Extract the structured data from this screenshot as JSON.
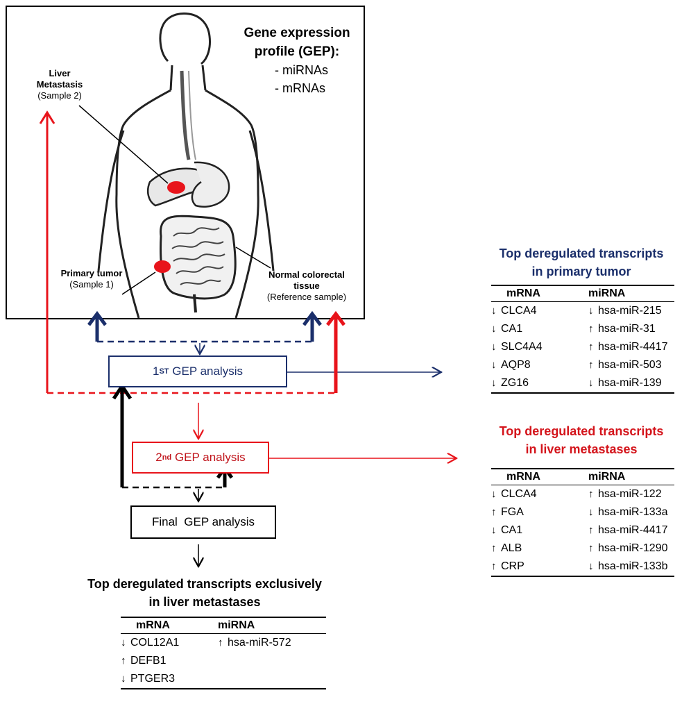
{
  "gep_info": {
    "title_line1": "Gene expression",
    "title_line2": "profile (GEP):",
    "item1": "- miRNAs",
    "item2": "- mRNAs"
  },
  "labels": {
    "liver_line1": "Liver",
    "liver_line2": "Metastasis",
    "liver_line3": "(Sample 2)",
    "primary_line1": "Primary tumor",
    "primary_line2": "(Sample 1)",
    "normal_line1": "Normal colorectal",
    "normal_line2": "tissue",
    "normal_line3": "(Reference sample)"
  },
  "analysis": {
    "first_prefix": "1",
    "first_sup": "ST",
    "first_suffix": " GEP analysis",
    "second_prefix": "2",
    "second_sup": "nd",
    "second_suffix": " GEP analysis",
    "final_label": "Final  GEP analysis"
  },
  "colors": {
    "navy": "#1b2f6b",
    "red": "#e8141b",
    "black": "#000000"
  },
  "primary_table": {
    "title_line1": "Top deregulated transcripts",
    "title_line2": "in primary tumor",
    "col_mrna": "mRNA",
    "col_mirna": "miRNA",
    "rows": [
      {
        "mrna_dir": "down",
        "mrna": "CLCA4",
        "mirna_dir": "down",
        "mirna": "hsa-miR-215"
      },
      {
        "mrna_dir": "down",
        "mrna": "CA1",
        "mirna_dir": "up",
        "mirna": "hsa-miR-31"
      },
      {
        "mrna_dir": "down",
        "mrna": "SLC4A4",
        "mirna_dir": "up",
        "mirna": "hsa-miR-4417"
      },
      {
        "mrna_dir": "down",
        "mrna": "AQP8",
        "mirna_dir": "up",
        "mirna": "hsa-miR-503"
      },
      {
        "mrna_dir": "down",
        "mrna": "ZG16",
        "mirna_dir": "down",
        "mirna": "hsa-miR-139"
      }
    ]
  },
  "liver_table": {
    "title_line1": "Top deregulated transcripts",
    "title_line2": "in liver metastases",
    "col_mrna": "mRNA",
    "col_mirna": "miRNA",
    "rows": [
      {
        "mrna_dir": "down",
        "mrna": "CLCA4",
        "mirna_dir": "up",
        "mirna": "hsa-miR-122"
      },
      {
        "mrna_dir": "up",
        "mrna": "FGA",
        "mirna_dir": "down",
        "mirna": "hsa-miR-133a"
      },
      {
        "mrna_dir": "down",
        "mrna": "CA1",
        "mirna_dir": "up",
        "mirna": "hsa-miR-4417"
      },
      {
        "mrna_dir": "up",
        "mrna": "ALB",
        "mirna_dir": "up",
        "mirna": "hsa-miR-1290"
      },
      {
        "mrna_dir": "up",
        "mrna": "CRP",
        "mirna_dir": "down",
        "mirna": "hsa-miR-133b"
      }
    ]
  },
  "exclusive_table": {
    "title_line1": "Top deregulated transcripts exclusively",
    "title_line2": "in liver metastases",
    "col_mrna": "mRNA",
    "col_mirna": "miRNA",
    "rows": [
      {
        "mrna_dir": "down",
        "mrna": "COL12A1",
        "mirna_dir": "up",
        "mirna": "hsa-miR-572"
      },
      {
        "mrna_dir": "up",
        "mrna": "DEFB1",
        "mirna_dir": "",
        "mirna": ""
      },
      {
        "mrna_dir": "down",
        "mrna": "PTGER3",
        "mirna_dir": "",
        "mirna": ""
      }
    ]
  }
}
